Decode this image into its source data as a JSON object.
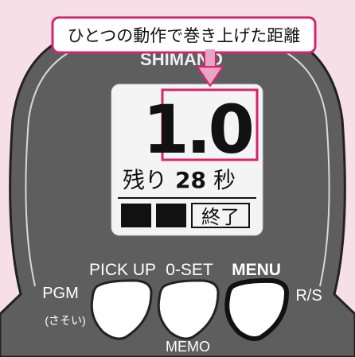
{
  "callout": {
    "text": "ひとつの動作で巻き上げた距離"
  },
  "brand": {
    "text": "SHIMANO"
  },
  "lcd": {
    "counter": "1.0",
    "remaining_label": "残り",
    "remaining_seconds": "28",
    "seconds_unit": "秒",
    "end_label": "終了"
  },
  "buttons": {
    "pick_up": "PICK UP",
    "o_set": "0-SET",
    "menu": "MENU",
    "pgm": "PGM",
    "pgm_sub": "(さそい)",
    "rs": "R/S",
    "memo": "MEMO"
  },
  "colors": {
    "background": "#f7dfe8",
    "body": "#5e5e5e",
    "accent": "#d6246f",
    "lcd": "#f4f4f4"
  }
}
